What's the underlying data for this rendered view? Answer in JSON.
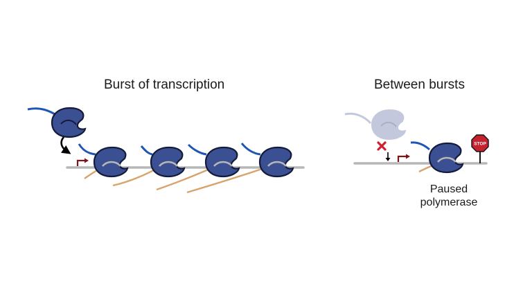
{
  "panels": {
    "burst": {
      "title": "Burst of transcription"
    },
    "between": {
      "title": "Between bursts",
      "caption_line1": "Paused",
      "caption_line2": "polymerase",
      "stop_sign_text": "STOP"
    }
  },
  "icons": {
    "polymerase": "polymerase-icon",
    "promoter_arrow": "promoter-arrow-icon",
    "blocked": "blocked-x-icon",
    "stop_sign": "stop-sign-icon",
    "recruitment_arrow": "curved-arrow-icon"
  },
  "colors": {
    "polymerase_fill": "#3b4f93",
    "polymerase_outline": "#141b3a",
    "ghost_polymerase": "#c4c8dc",
    "dna": "#b7b7b7",
    "template_strand": "#1f56b3",
    "rna": "#d8a36a",
    "promoter_arrow": "#7d1418",
    "blocked_x": "#d11f2e",
    "stop_sign": "#c4222f"
  }
}
